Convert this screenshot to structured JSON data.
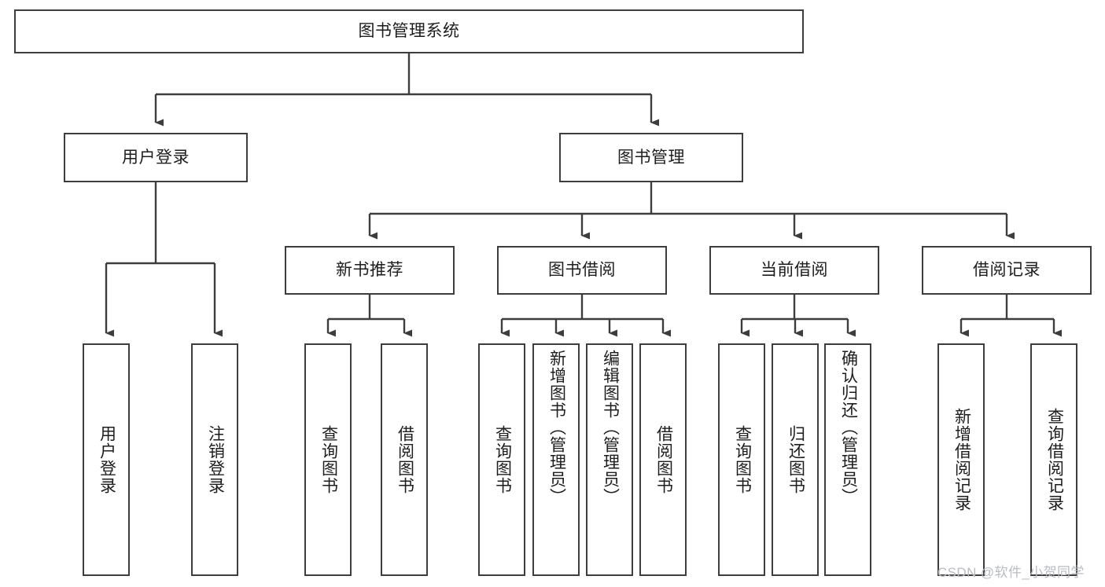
{
  "diagram": {
    "type": "tree-hierarchy-chart",
    "title": "图书管理系统",
    "stroke_color": "#3d3d3d",
    "fill_color": "#ffffff",
    "text_color": "#1d1d1d",
    "root": {
      "label": "图书管理系统"
    },
    "level1": [
      {
        "label": "用户登录"
      },
      {
        "label": "图书管理"
      }
    ],
    "level2": [
      {
        "label": "新书推荐"
      },
      {
        "label": "图书借阅"
      },
      {
        "label": "当前借阅"
      },
      {
        "label": "借阅记录"
      }
    ],
    "leaves": {
      "user_login": [
        {
          "label": "用户登录"
        },
        {
          "label": "注销登录"
        }
      ],
      "new_book_recommend": [
        {
          "label": "查询图书"
        },
        {
          "label": "借阅图书"
        }
      ],
      "book_borrow": [
        {
          "label": "查询图书"
        },
        {
          "label": "新增图书（管理员）"
        },
        {
          "label": "编辑图书（管理员）"
        },
        {
          "label": "借阅图书"
        }
      ],
      "current_borrow": [
        {
          "label": "查询图书"
        },
        {
          "label": "归还图书"
        },
        {
          "label": "确认归还（管理员）"
        }
      ],
      "borrow_record": [
        {
          "label": "新增借阅记录"
        },
        {
          "label": "查询借阅记录"
        }
      ]
    }
  },
  "watermark": {
    "text": "CSDN @软件_小贺同学"
  }
}
